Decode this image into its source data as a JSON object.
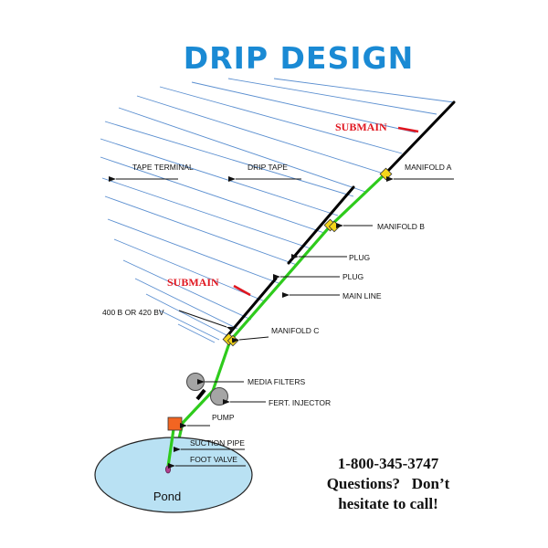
{
  "title": "DRIP DESIGN",
  "labels": {
    "submain_top": "SUBMAIN",
    "submain_mid": "SUBMAIN",
    "tape_terminal": "TAPE TERMINAL",
    "drip_tape": "DRIP TAPE",
    "manifold_a": "MANIFOLD A",
    "manifold_b": "MANIFOLD B",
    "manifold_c": "MANIFOLD C",
    "plug_1": "PLUG",
    "plug_2": "PLUG",
    "main_line": "MAIN LINE",
    "valve": "400 B OR 420 BV",
    "media_filters": "MEDIA FILTERS",
    "fert_injector": "FERT. INJECTOR",
    "pump": "PUMP",
    "suction_pipe": "SUCTION PIPE",
    "foot_valve": "FOOT VALVE",
    "pond": "Pond"
  },
  "contact": {
    "phone": "1-800-345-3747",
    "line1": "Questions?   Don’t",
    "line2": "hesitate to call!"
  },
  "colors": {
    "title": "#1a8ad4",
    "drip_tape": "#5b8fd0",
    "main_line": "#2ecb1c",
    "submain": "#000000",
    "manifold_valve": "#f4d51a",
    "pump": "#f26522",
    "pond": "#b9e1f3",
    "submain_label": "#e0161f"
  }
}
